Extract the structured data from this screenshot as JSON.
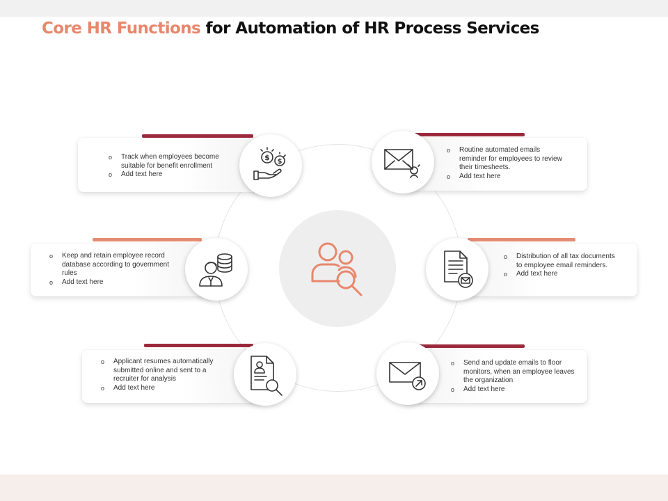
{
  "title": {
    "highlight": "Core HR Functions",
    "rest": "for Automation of HR Process Services"
  },
  "center_icon": "users-search-icon",
  "colors": {
    "accent": "#e8876c",
    "dark_bar": "#9c2a3c",
    "light_bar": "#e48c72"
  },
  "items": [
    {
      "icon": "money-hand-icon",
      "bullets": [
        "Track when employees become suitable for benefit enrollment",
        "Add text here"
      ]
    },
    {
      "icon": "email-reminder-icon",
      "bullets": [
        "Routine automated emails reminder for employees to review their timesheets.",
        "Add text here"
      ]
    },
    {
      "icon": "employee-database-icon",
      "bullets": [
        "Keep and retain employee record database according to government rules",
        "Add text here"
      ]
    },
    {
      "icon": "document-mail-icon",
      "bullets": [
        "Distribution of all tax documents to employee email reminders.",
        "Add text here"
      ]
    },
    {
      "icon": "resume-search-icon",
      "bullets": [
        "Applicant resumes automatically submitted online and sent to a recruiter for analysis",
        "Add text here"
      ]
    },
    {
      "icon": "email-send-icon",
      "bullets": [
        "Send and update emails to floor monitors, when an employee leaves the organization",
        "Add text here"
      ]
    }
  ]
}
